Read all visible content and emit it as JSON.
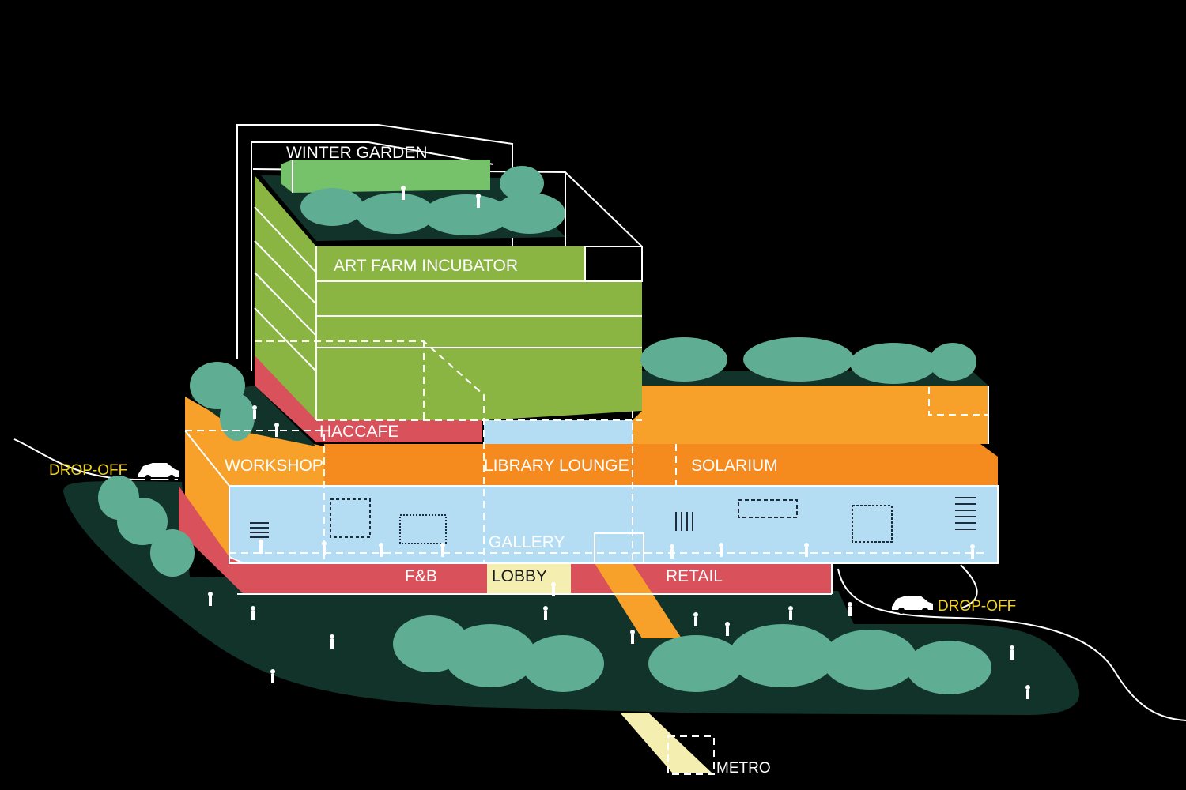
{
  "labels": {
    "winter_garden": "WINTER GARDEN",
    "art_farm": "ART FARM INCUBATOR",
    "haccafe": "HACCAFE",
    "workshop": "WORKSHOP",
    "library_lounge": "LIBRARY LOUNGE",
    "solarium": "SOLARIUM",
    "gallery": "GALLERY",
    "fnb": "F&B",
    "lobby": "LOBBY",
    "retail": "RETAIL",
    "dropoff_left": "DROP-OFF",
    "dropoff_right": "DROP-OFF",
    "metro": "METRO"
  },
  "colors": {
    "background": "#000000",
    "site": "#12332a",
    "tree": "#5fae94",
    "green": "#8bb542",
    "green_light": "#76c26a",
    "red": "#d9515a",
    "orange": "#f7a12b",
    "orange_dark": "#f58a1f",
    "blue": "#b4dcf2",
    "lobby": "#f4efb0",
    "label_yellow": "#f2d21b"
  },
  "icons": [
    "car-icon",
    "car-icon",
    "tree-icon",
    "person-icon"
  ]
}
